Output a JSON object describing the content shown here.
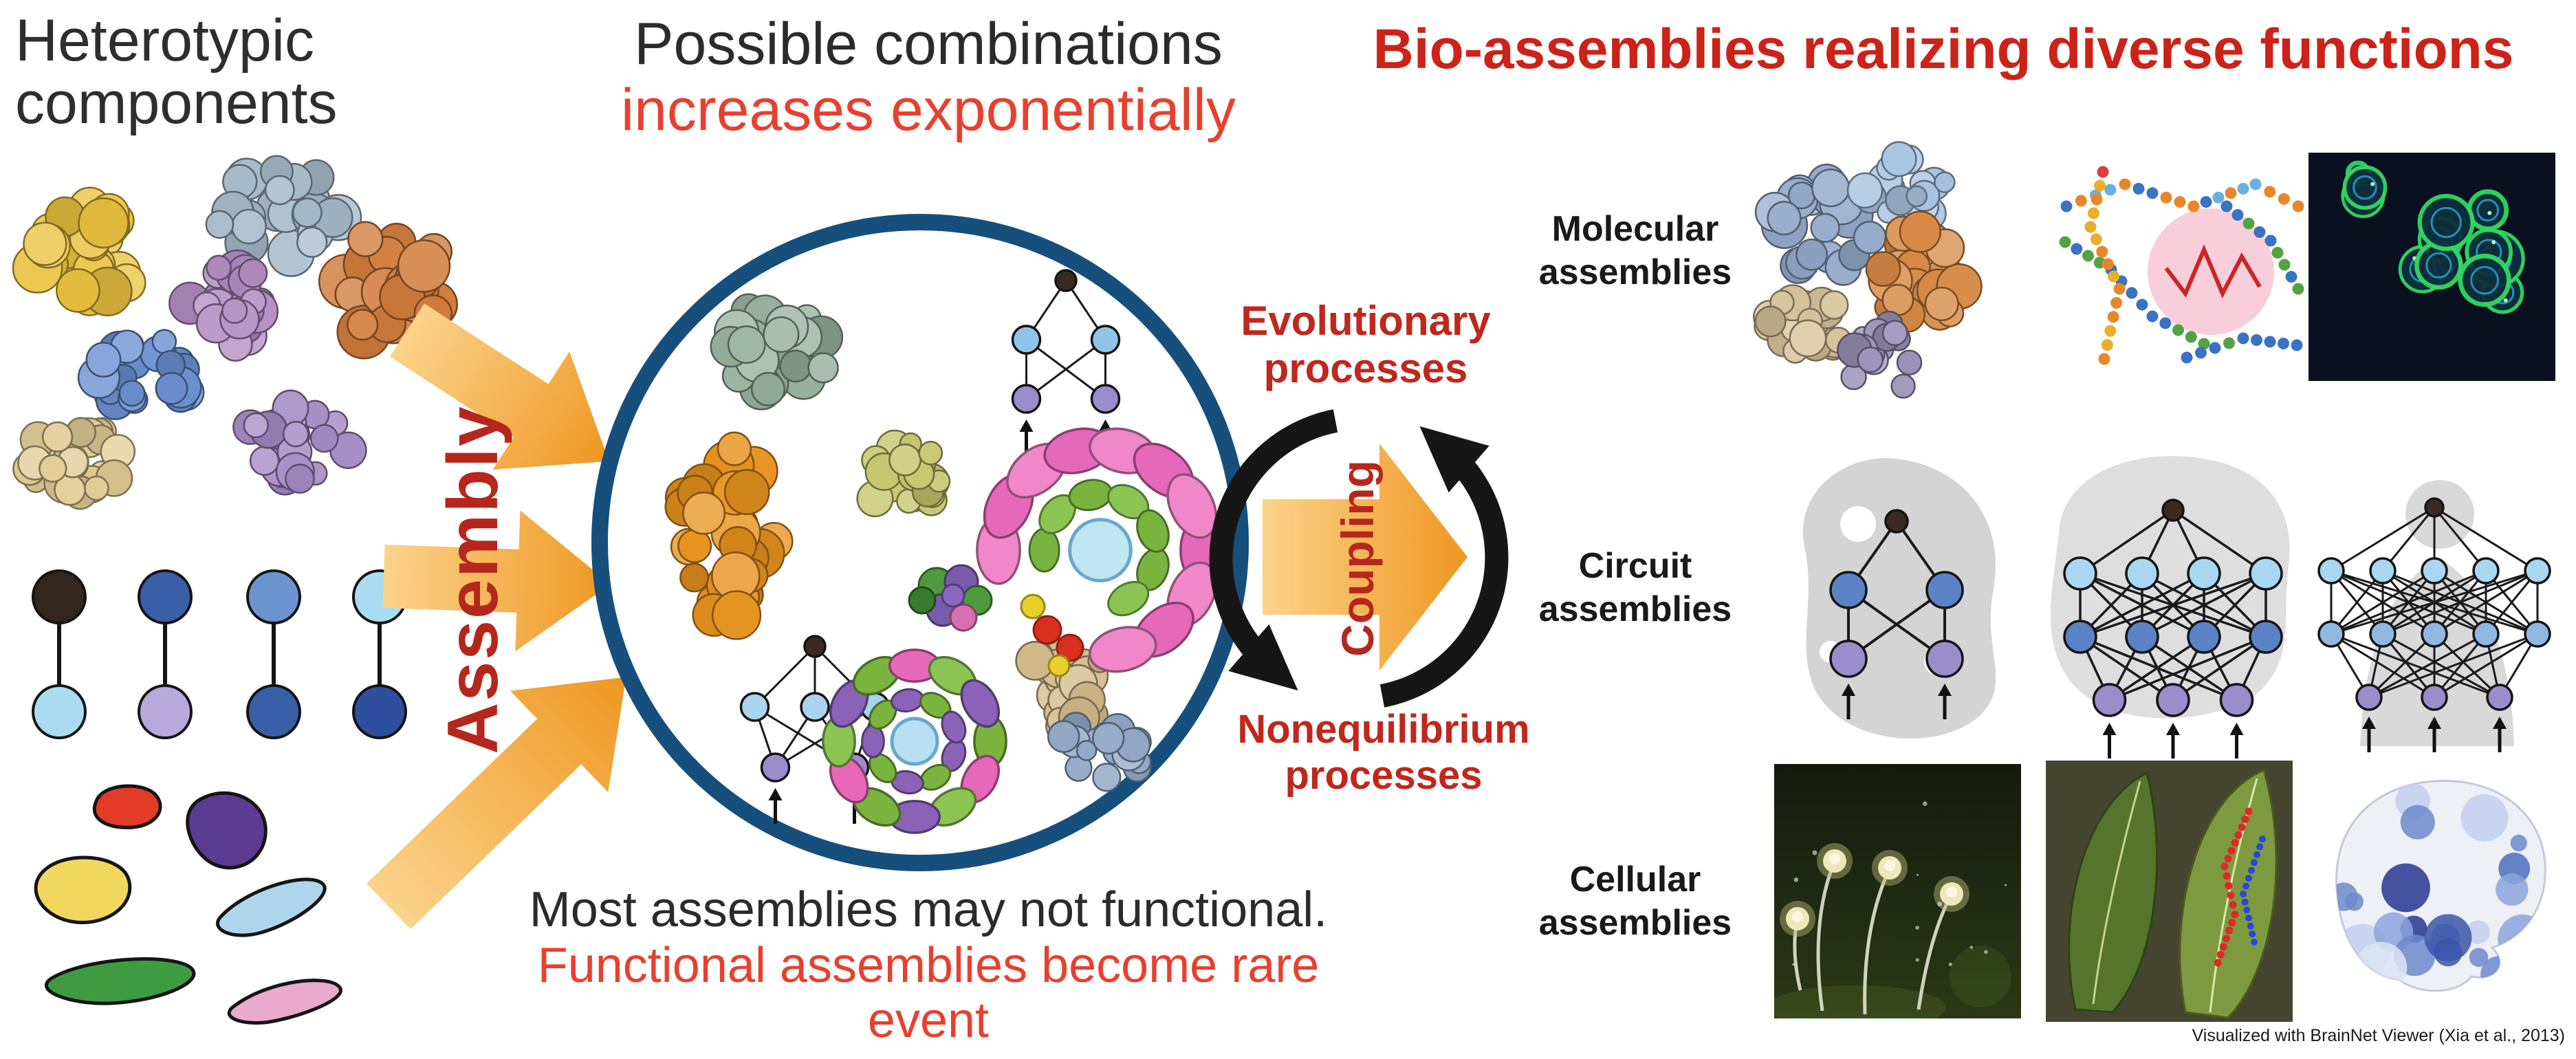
{
  "left_panel": {
    "title_line1": "Heterotypic",
    "title_line2": "components"
  },
  "assembly": {
    "label": "Assembly"
  },
  "pool": {
    "top_line1": "Possible combinations",
    "top_line2": "increases exponentially",
    "bottom_line1": "Most assemblies may not functional.",
    "bottom_line2": "Functional assemblies become rare event"
  },
  "coupling": {
    "evolutionary_line1": "Evolutionary",
    "evolutionary_line2": "processes",
    "arrow_label": "Coupling",
    "nonequilibrium_line1": "Nonequilibrium",
    "nonequilibrium_line2": "processes"
  },
  "bio_assemblies": {
    "title": "Bio-assemblies realizing diverse functions",
    "rows": [
      {
        "label_line1": "Molecular",
        "label_line2": "assemblies"
      },
      {
        "label_line1": "Circuit",
        "label_line2": "assemblies"
      },
      {
        "label_line1": "Cellular",
        "label_line2": "assemblies"
      }
    ],
    "caption": "Visualized with BrainNet Viewer (Xia et al., 2013)"
  },
  "colors": {
    "heading_red": "#cc2217",
    "accent_red": "#e8402e",
    "label_red": "#b5271c",
    "arrow_orange": "#f5a73b",
    "pool_circle_blue": "#174f7c",
    "text_black": "#262626"
  }
}
